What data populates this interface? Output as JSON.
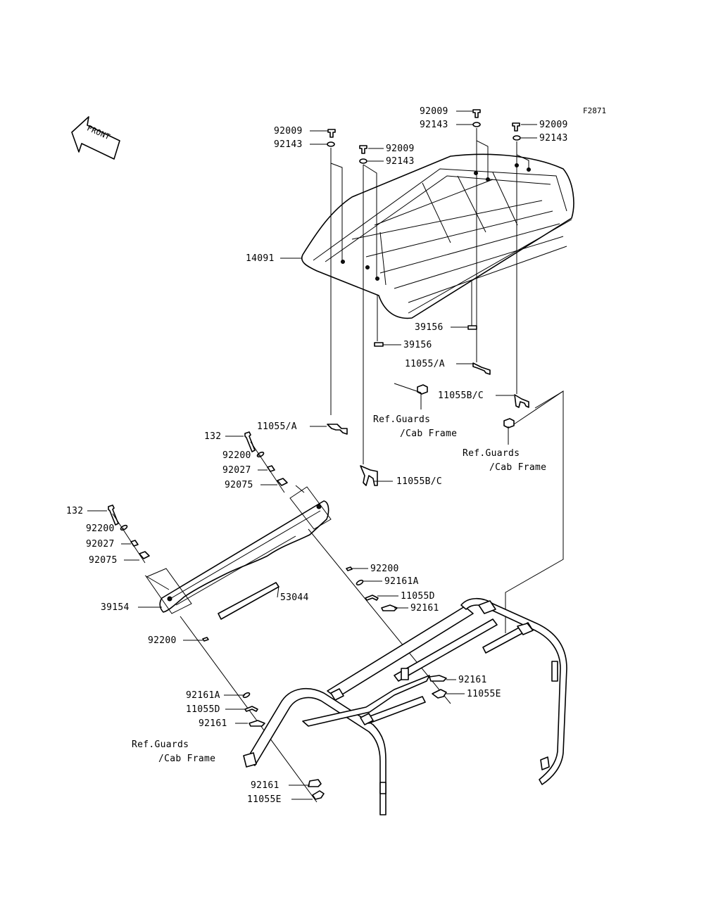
{
  "diagram_code": "F2871",
  "front_label": "FRONT",
  "labels": [
    {
      "id": "92009-a",
      "text": "92009"
    },
    {
      "id": "92143-a",
      "text": "92143"
    },
    {
      "id": "92009-b",
      "text": "92009"
    },
    {
      "id": "92143-b",
      "text": "92143"
    },
    {
      "id": "92009-c",
      "text": "92009"
    },
    {
      "id": "92143-c",
      "text": "92143"
    },
    {
      "id": "92009-d",
      "text": "92009"
    },
    {
      "id": "92143-d",
      "text": "92143"
    },
    {
      "id": "14091",
      "text": "14091"
    },
    {
      "id": "39156-a",
      "text": "39156"
    },
    {
      "id": "39156-b",
      "text": "39156"
    },
    {
      "id": "11055A-a",
      "text": "11055/A"
    },
    {
      "id": "11055BC-a",
      "text": "11055B/C"
    },
    {
      "id": "ref-1-line1",
      "text": "Ref.Guards"
    },
    {
      "id": "ref-1-line2",
      "text": "/Cab Frame"
    },
    {
      "id": "ref-2-line1",
      "text": "Ref.Guards"
    },
    {
      "id": "ref-2-line2",
      "text": "/Cab Frame"
    },
    {
      "id": "11055A-b",
      "text": "11055/A"
    },
    {
      "id": "11055BC-b",
      "text": "11055B/C"
    },
    {
      "id": "132-a",
      "text": "132"
    },
    {
      "id": "92200-a",
      "text": "92200"
    },
    {
      "id": "92027-a",
      "text": "92027"
    },
    {
      "id": "92075-a",
      "text": "92075"
    },
    {
      "id": "132-b",
      "text": "132"
    },
    {
      "id": "92200-b",
      "text": "92200"
    },
    {
      "id": "92027-b",
      "text": "92027"
    },
    {
      "id": "92075-b",
      "text": "92075"
    },
    {
      "id": "39154",
      "text": "39154"
    },
    {
      "id": "53044",
      "text": "53044"
    },
    {
      "id": "92200-c",
      "text": "92200"
    },
    {
      "id": "92161A-a",
      "text": "92161A"
    },
    {
      "id": "11055D-a",
      "text": "11055D"
    },
    {
      "id": "92161-a",
      "text": "92161"
    },
    {
      "id": "92200-d",
      "text": "92200"
    },
    {
      "id": "92161A-b",
      "text": "92161A"
    },
    {
      "id": "11055D-b",
      "text": "11055D"
    },
    {
      "id": "92161-b",
      "text": "92161"
    },
    {
      "id": "92161-c",
      "text": "92161"
    },
    {
      "id": "11055E-a",
      "text": "11055E"
    },
    {
      "id": "ref-3-line1",
      "text": "Ref.Guards"
    },
    {
      "id": "ref-3-line2",
      "text": "/Cab Frame"
    },
    {
      "id": "92161-d",
      "text": "92161"
    },
    {
      "id": "11055E-b",
      "text": "11055E"
    }
  ]
}
